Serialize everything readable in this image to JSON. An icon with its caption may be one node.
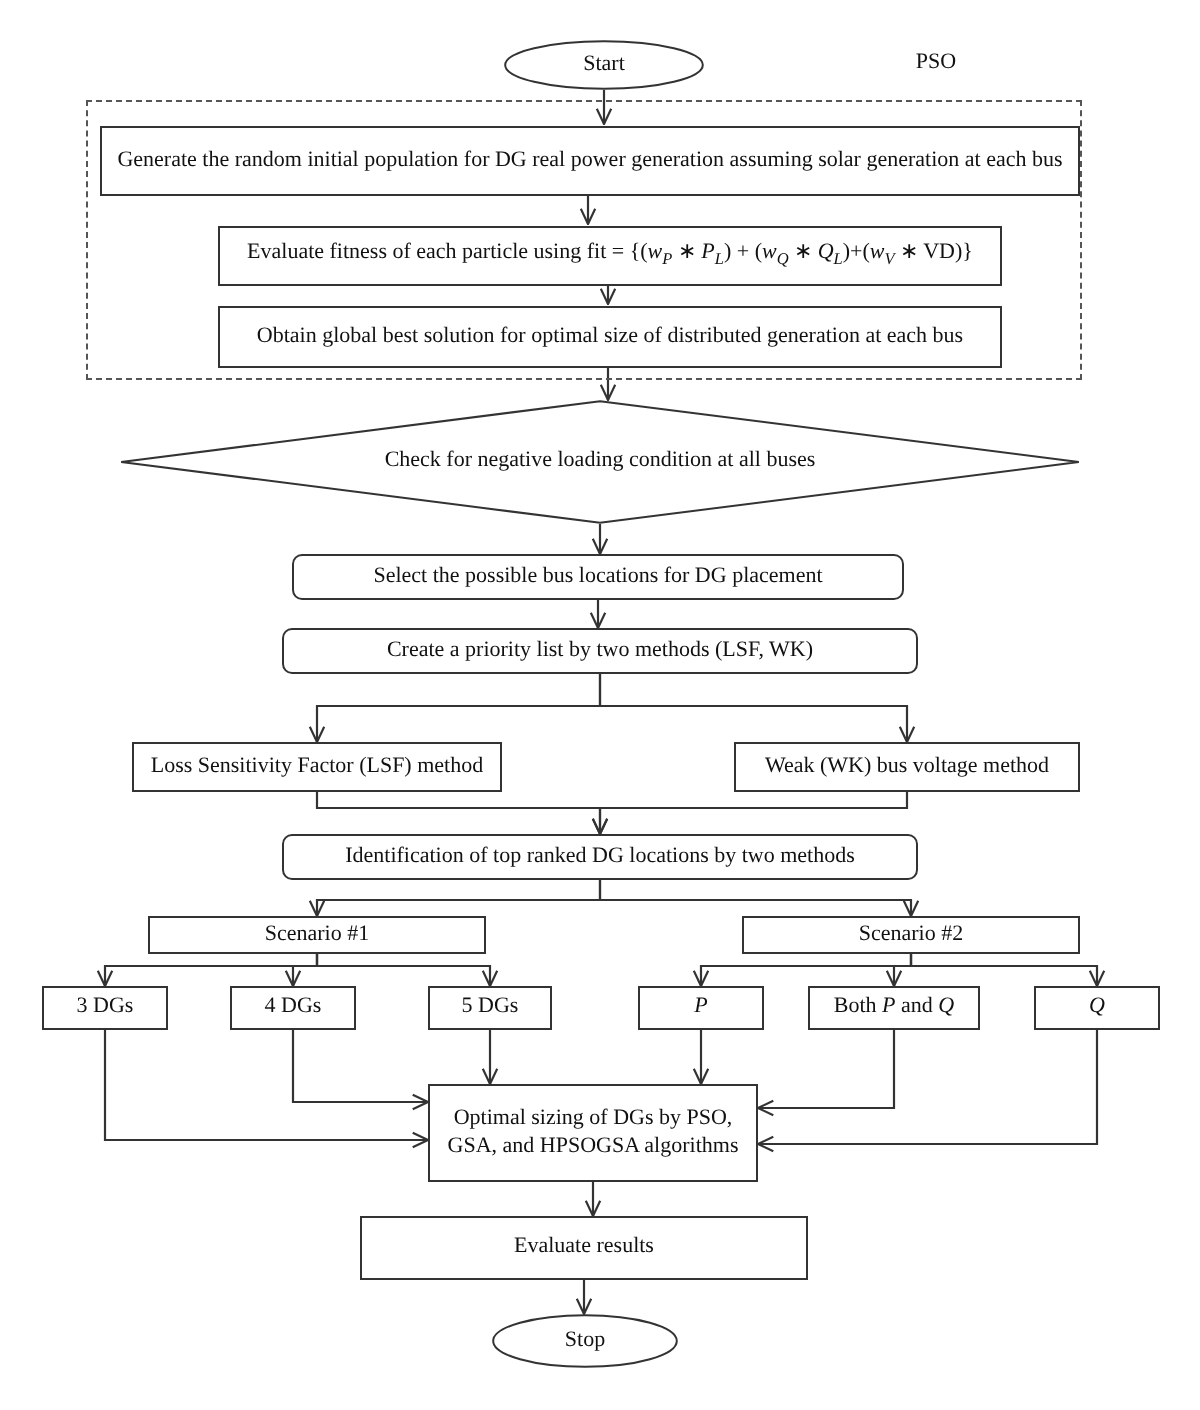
{
  "diagram": {
    "nodes": [
      {
        "text": [
          "Start"
        ]
      },
      {
        "text": [
          "PSO"
        ]
      },
      {
        "text": [
          "Generate the random initial population for DG real power generation assuming solar generation at each bus"
        ],
        "in": 1
      },
      {
        "text": [
          "Evaluate fitness of each particle using fit = {(*w*$_{P}$ ∗ *P*$_{L}$) + (*w*$_{Q}$ ∗ *Q*$_{L}$)+(*w*$_{V}$ ∗ VD)}"
        ],
        "in": 1
      },
      {
        "text": [
          "Obtain global best solution for optimal size of distributed generation at each bus"
        ],
        "in": 1
      },
      {
        "text": [
          "Check for negative loading condition at all buses"
        ]
      },
      {
        "text": [
          "Select the possible bus locations for DG placement"
        ]
      },
      {
        "text": [
          "Create a priority list by two methods (LSF, WK)"
        ]
      },
      {
        "text": [
          "Loss Sensitivity Factor (LSF) method"
        ]
      },
      {
        "text": [
          "Weak (WK) bus voltage method"
        ]
      },
      {
        "text": [
          "Identification of top ranked DG locations by two methods"
        ]
      },
      {
        "text": [
          "Scenario #1"
        ]
      },
      {
        "text": [
          "Scenario #2"
        ]
      },
      {
        "text": [
          "3 DGs"
        ]
      },
      {
        "text": [
          "4 DGs"
        ]
      },
      {
        "text": [
          "5 DGs"
        ]
      },
      {
        "text": [
          "*P*"
        ]
      },
      {
        "text": [
          "Both *P* and *Q*"
        ]
      },
      {
        "text": [
          "*Q*"
        ]
      },
      {
        "text": [
          "Optimal sizing of DGs by PSO, GSA, and HPSOGSA algorithms"
        ]
      },
      {
        "text": [
          "Evaluate results"
        ]
      },
      {
        "text": [
          "Stop"
        ]
      }
    ],
    "edges": [
      {
        "from": 0,
        "to": 2,
        "arrow": "to"
      },
      {
        "from": 2,
        "to": 3,
        "arrow": "to"
      },
      {
        "from": 3,
        "to": 4,
        "arrow": "to"
      },
      {
        "from": 4,
        "to": 5,
        "arrow": "to"
      },
      {
        "from": 5,
        "to": 6,
        "arrow": "to"
      },
      {
        "from": 6,
        "to": 7,
        "arrow": "to"
      },
      {
        "from": 7,
        "to": 8,
        "arrow": "to"
      },
      {
        "from": 7,
        "to": 9,
        "arrow": "to"
      },
      {
        "from": 8,
        "to": 10,
        "arrow": "to"
      },
      {
        "from": 9,
        "to": 10,
        "arrow": "to"
      },
      {
        "from": 10,
        "to": 11,
        "arrow": "to"
      },
      {
        "from": 10,
        "to": 12,
        "arrow": "to"
      },
      {
        "from": 11,
        "to": 13,
        "arrow": "to"
      },
      {
        "from": 11,
        "to": 14,
        "arrow": "to"
      },
      {
        "from": 11,
        "to": 15,
        "arrow": "to"
      },
      {
        "from": 12,
        "to": 16,
        "arrow": "to"
      },
      {
        "from": 12,
        "to": 17,
        "arrow": "to"
      },
      {
        "from": 12,
        "to": 18,
        "arrow": "to"
      },
      {
        "from": 13,
        "to": 19,
        "arrow": "to"
      },
      {
        "from": 14,
        "to": 19,
        "arrow": "to"
      },
      {
        "from": 15,
        "to": 19,
        "arrow": "to"
      },
      {
        "from": 16,
        "to": 19,
        "arrow": "to"
      },
      {
        "from": 17,
        "to": 19,
        "arrow": "to"
      },
      {
        "from": 18,
        "to": 19,
        "arrow": "to"
      },
      {
        "from": 19,
        "to": 20,
        "arrow": "to"
      },
      {
        "from": 20,
        "to": 21,
        "arrow": "to"
      }
    ]
  }
}
